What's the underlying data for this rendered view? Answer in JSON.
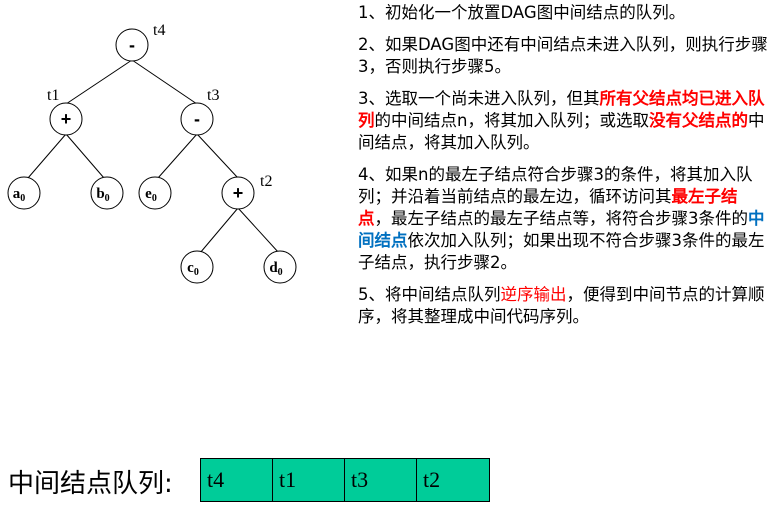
{
  "tree": {
    "nodes": [
      {
        "id": "t4",
        "op": "-",
        "label": "t4"
      },
      {
        "id": "t1",
        "op": "+",
        "label": "t1"
      },
      {
        "id": "t3",
        "op": "-",
        "label": "t3"
      },
      {
        "id": "t2",
        "op": "+",
        "label": "t2"
      },
      {
        "id": "a0",
        "leaf": "a",
        "sub": "0"
      },
      {
        "id": "b0",
        "leaf": "b",
        "sub": "0"
      },
      {
        "id": "e0",
        "leaf": "e",
        "sub": "0"
      },
      {
        "id": "c0",
        "leaf": "c",
        "sub": "0"
      },
      {
        "id": "d0",
        "leaf": "d",
        "sub": "0"
      }
    ]
  },
  "steps": {
    "s1": "1、初始化一个放置DAG图中间结点的队列。",
    "s2": "2、如果DAG图中还有中间结点未进入队列，则执行步骤3，否则执行步骤5。",
    "s3_a": "3、选取一个尚未进入队列，但其",
    "s3_b": "所有父结点均已进入队列",
    "s3_c": "的中间结点n，将其加入队列；或选取",
    "s3_d": "没有父结点的",
    "s3_e": "中间结点，将其加入队列。",
    "s4_a": "4、如果n的最左子结点符合步骤3的条件，将其加入队列；并沿着当前结点的最左边，循环访问其",
    "s4_b": "最左子结点",
    "s4_c": "，最左子结点的最左子结点等，将符合步骤3条件的",
    "s4_d": "中间结点",
    "s4_e": "依次加入队列；如果出现不符合步骤3条件的最左子结点，执行步骤2。",
    "s5_a": "5、将中间结点队列",
    "s5_b": "逆序输出",
    "s5_c": "，便得到中间节点的计算顺序，将其整理成中间代码序列。"
  },
  "queue": {
    "label": "中间结点队列:",
    "items": [
      "t4",
      "t1",
      "t3",
      "t2"
    ],
    "color": "#00cc99"
  },
  "colors": {
    "highlight_red": "#ff0000",
    "highlight_blue": "#0070c0"
  }
}
